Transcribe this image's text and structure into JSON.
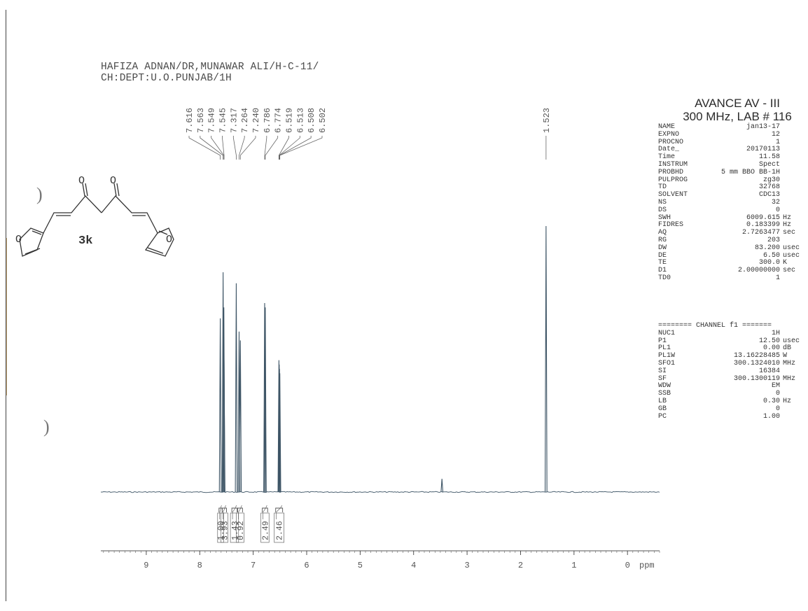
{
  "header": {
    "line1": "HAFIZA ADNAN/DR,MUNAWAR ALI/H-C-11/",
    "line2": "CH:DEPT:U.O.PUNJAB/1H"
  },
  "instrument": {
    "line1": "AVANCE AV - III",
    "line2": "300 MHz, LAB # 116"
  },
  "compound": {
    "label": "3k",
    "atoms": [
      "O",
      "O",
      "O",
      "O"
    ]
  },
  "parameters": [
    {
      "name": "NAME",
      "value": "jan13-17",
      "unit": ""
    },
    {
      "name": "EXPNO",
      "value": "12",
      "unit": ""
    },
    {
      "name": "PROCNO",
      "value": "1",
      "unit": ""
    },
    {
      "name": "Date_",
      "value": "20170113",
      "unit": ""
    },
    {
      "name": "Time",
      "value": "11.58",
      "unit": ""
    },
    {
      "name": "INSTRUM",
      "value": "Spect",
      "unit": ""
    },
    {
      "name": "PROBHD",
      "value": "5 mm BBO BB-1H",
      "unit": ""
    },
    {
      "name": "PULPROG",
      "value": "zg30",
      "unit": ""
    },
    {
      "name": "TD",
      "value": "32768",
      "unit": ""
    },
    {
      "name": "SOLVENT",
      "value": "CDC13",
      "unit": ""
    },
    {
      "name": "NS",
      "value": "32",
      "unit": ""
    },
    {
      "name": "DS",
      "value": "0",
      "unit": ""
    },
    {
      "name": "SWH",
      "value": "6009.615",
      "unit": "Hz"
    },
    {
      "name": "FIDRES",
      "value": "0.183399",
      "unit": "Hz"
    },
    {
      "name": "AQ",
      "value": "2.7263477",
      "unit": "sec"
    },
    {
      "name": "RG",
      "value": "203",
      "unit": ""
    },
    {
      "name": "DW",
      "value": "83.200",
      "unit": "usec"
    },
    {
      "name": "DE",
      "value": "6.50",
      "unit": "usec"
    },
    {
      "name": "TE",
      "value": "300.0",
      "unit": "K"
    },
    {
      "name": "D1",
      "value": "2.00000000",
      "unit": "sec"
    },
    {
      "name": "TD0",
      "value": "1",
      "unit": ""
    }
  ],
  "channel_header": "======== CHANNEL f1 =======",
  "channel_parameters": [
    {
      "name": "NUC1",
      "value": "1H",
      "unit": ""
    },
    {
      "name": "P1",
      "value": "12.50",
      "unit": "usec"
    },
    {
      "name": "PL1",
      "value": "0.00",
      "unit": "dB"
    },
    {
      "name": "PL1W",
      "value": "13.16228485",
      "unit": "W"
    },
    {
      "name": "SFO1",
      "value": "300.1324010",
      "unit": "MHz"
    },
    {
      "name": "SI",
      "value": "16384",
      "unit": ""
    },
    {
      "name": "SF",
      "value": "300.1300119",
      "unit": "MHz"
    },
    {
      "name": "WDW",
      "value": "EM",
      "unit": ""
    },
    {
      "name": "SSB",
      "value": "0",
      "unit": ""
    },
    {
      "name": "LB",
      "value": "0.30",
      "unit": "Hz"
    },
    {
      "name": "GB",
      "value": "0",
      "unit": ""
    },
    {
      "name": "PC",
      "value": "1.00",
      "unit": ""
    }
  ],
  "chart_data": {
    "type": "line",
    "xlabel": "ppm",
    "xlim": [
      9.85,
      -0.6
    ],
    "x_reversed": true,
    "ticks": [
      "9",
      "8",
      "7",
      "6",
      "5",
      "4",
      "3",
      "2",
      "1",
      "0"
    ],
    "tick_values": [
      9,
      8,
      7,
      6,
      5,
      4,
      3,
      2,
      1,
      0
    ],
    "peaks": [
      {
        "ppm": 7.616,
        "height": 0.79
      },
      {
        "ppm": 7.563,
        "height": 1.0
      },
      {
        "ppm": 7.549,
        "height": 0.84
      },
      {
        "ppm": 7.545,
        "height": 0.6
      },
      {
        "ppm": 7.317,
        "height": 0.95
      },
      {
        "ppm": 7.264,
        "height": 0.73
      },
      {
        "ppm": 7.24,
        "height": 0.69
      },
      {
        "ppm": 6.786,
        "height": 0.86
      },
      {
        "ppm": 6.774,
        "height": 0.84
      },
      {
        "ppm": 6.519,
        "height": 0.6
      },
      {
        "ppm": 6.513,
        "height": 0.58
      },
      {
        "ppm": 6.508,
        "height": 0.56
      },
      {
        "ppm": 6.502,
        "height": 0.54
      },
      {
        "ppm": 3.47,
        "height": 0.06
      },
      {
        "ppm": 1.523,
        "height": 1.21
      }
    ],
    "peak_labels": [
      "7.616",
      "7.563",
      "7.549",
      "7.545",
      "7.317",
      "7.264",
      "7.240",
      "6.786",
      "6.774",
      "6.519",
      "6.513",
      "6.508",
      "6.502"
    ],
    "peak_label_ppms": [
      7.616,
      7.563,
      7.549,
      7.545,
      7.317,
      7.264,
      7.24,
      6.786,
      6.774,
      6.519,
      6.513,
      6.508,
      6.502
    ],
    "single_label": {
      "ppm": 1.523,
      "text": "1.523"
    },
    "integrals": [
      {
        "from": 7.64,
        "to": 7.58,
        "value": "1.00"
      },
      {
        "from": 7.58,
        "to": 7.5,
        "value": "3.93"
      },
      {
        "from": 7.4,
        "to": 7.3,
        "value": "1.43"
      },
      {
        "from": 7.29,
        "to": 7.2,
        "value": "0.92"
      },
      {
        "from": 6.83,
        "to": 6.73,
        "value": "2.49"
      },
      {
        "from": 6.58,
        "to": 6.45,
        "value": "2.46"
      }
    ]
  }
}
